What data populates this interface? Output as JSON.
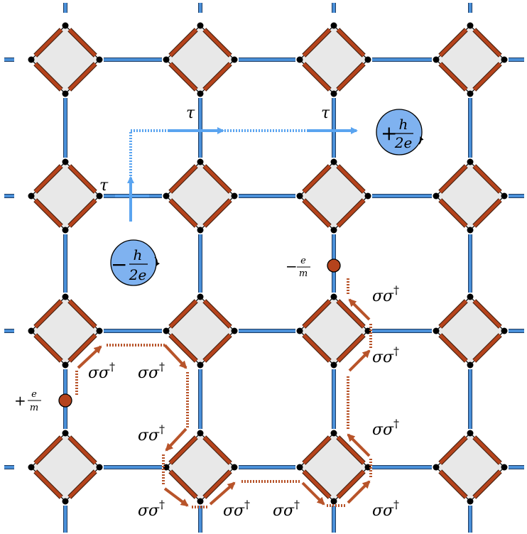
{
  "labels": {
    "tau": "τ",
    "sigma": "σσ",
    "dagger": "†"
  },
  "fluxes": {
    "plus": {
      "sign": "+",
      "num": "h",
      "den": "2e"
    },
    "minus": {
      "sign": "−",
      "num": "h",
      "den": "2e"
    }
  },
  "charges": {
    "plus": {
      "sign": "+",
      "num": "e",
      "den": "m"
    },
    "minus": {
      "sign": "−",
      "num": "e",
      "den": "m"
    }
  },
  "colors": {
    "blue_edge": "#4a90d9",
    "orange_edge": "#b5431c",
    "plaquette_fill": "#e8e8e8",
    "vertex": "#000000",
    "flux_fill": "#7fb2f0",
    "arrow_blue": "#5aa4f0",
    "arrow_orange": "#b8542a",
    "charge_fill": "#b5431c"
  }
}
